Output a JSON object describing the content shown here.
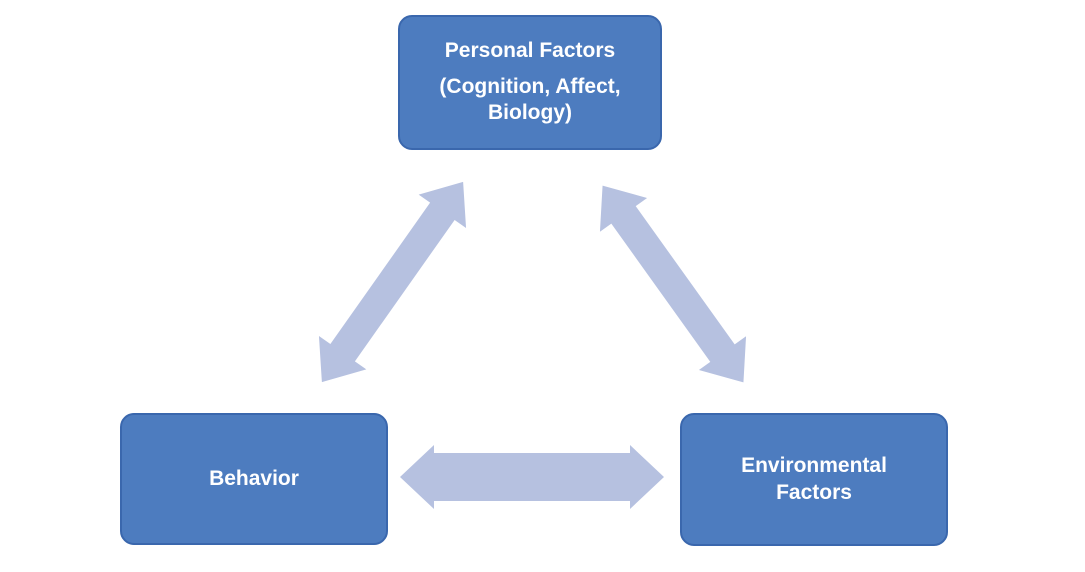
{
  "diagram": {
    "description": "Triadic reciprocal relationship diagram with three nodes connected by bidirectional arrows",
    "nodes": [
      {
        "id": "personal",
        "line1": "Personal Factors",
        "line2": "(Cognition, Affect, Biology)"
      },
      {
        "id": "behavior",
        "label": "Behavior"
      },
      {
        "id": "environmental",
        "label": "Environmental Factors"
      }
    ],
    "connections": [
      {
        "from": "personal",
        "to": "behavior",
        "bidirectional": true
      },
      {
        "from": "personal",
        "to": "environmental",
        "bidirectional": true
      },
      {
        "from": "behavior",
        "to": "environmental",
        "bidirectional": true
      }
    ],
    "colors": {
      "node_fill": "#4d7cbf",
      "node_border": "#3a67ad",
      "node_text": "#ffffff",
      "arrow_fill": "#b6c1e0",
      "background": "#ffffff"
    }
  }
}
